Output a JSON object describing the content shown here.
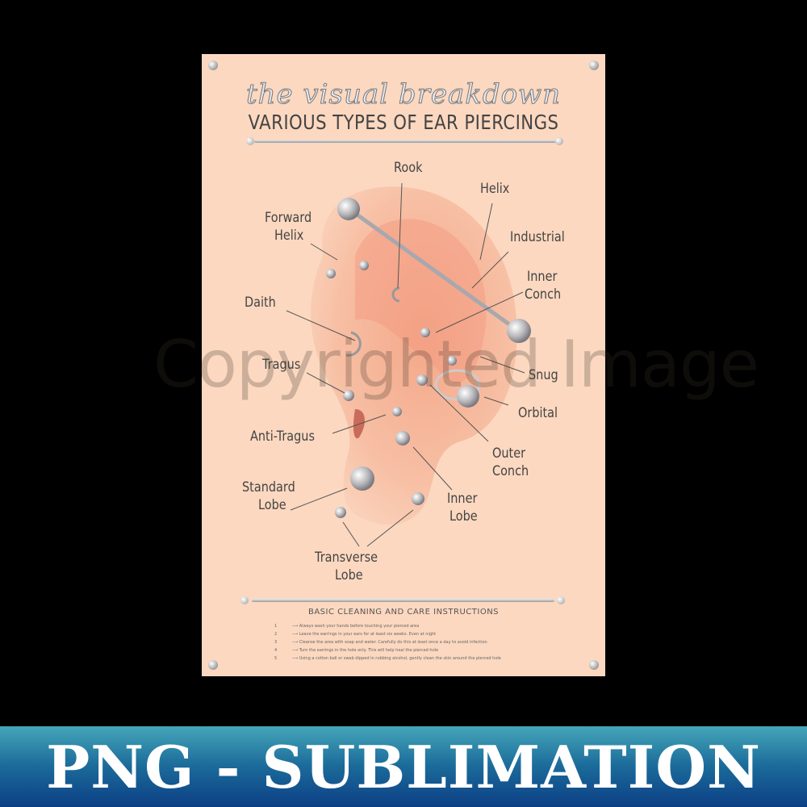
{
  "poster": {
    "title_script": "the visual breakdown",
    "title": "VARIOUS TYPES OF EAR PIERCINGS",
    "labels": {
      "rook": "Rook",
      "helix": "Helix",
      "forward_helix_1": "Forward",
      "forward_helix_2": "Helix",
      "industrial": "Industrial",
      "inner_conch_1": "Inner",
      "inner_conch_2": "Conch",
      "daith": "Daith",
      "tragus": "Tragus",
      "snug": "Snug",
      "orbital": "Orbital",
      "anti_tragus": "Anti-Tragus",
      "outer_conch_1": "Outer",
      "outer_conch_2": "Conch",
      "standard_lobe_1": "Standard",
      "standard_lobe_2": "Lobe",
      "inner_lobe_1": "Inner",
      "inner_lobe_2": "Lobe",
      "transverse_lobe_1": "Transverse",
      "transverse_lobe_2": "Lobe"
    },
    "care_title": "BASIC CLEANING AND CARE INSTRUCTIONS",
    "care_steps": [
      {
        "n": "1",
        "text": "Always wash your hands before touching your pierced area"
      },
      {
        "n": "2",
        "text": "Leave the earrings in your ears for at least six weeks. Even at night"
      },
      {
        "n": "3",
        "text": "Cleanse the area with soap and water. Carefully do this at least once a day to avoid infection"
      },
      {
        "n": "4",
        "text": "Turn the earrings in the hole only. This will help heal the pierced hole"
      },
      {
        "n": "5",
        "text": "Using a cotton ball or swab dipped in rubbing alcohol, gently clean the skin around the pierced hole"
      }
    ]
  },
  "watermark": "Copyrighted Image",
  "banner": {
    "text": "PNG - SUBLIMATION"
  },
  "colors": {
    "poster": "#fcd8c0",
    "ear": "#f6b89c",
    "banner_top": "#44a6b8",
    "banner_bottom": "#0c3f85"
  }
}
